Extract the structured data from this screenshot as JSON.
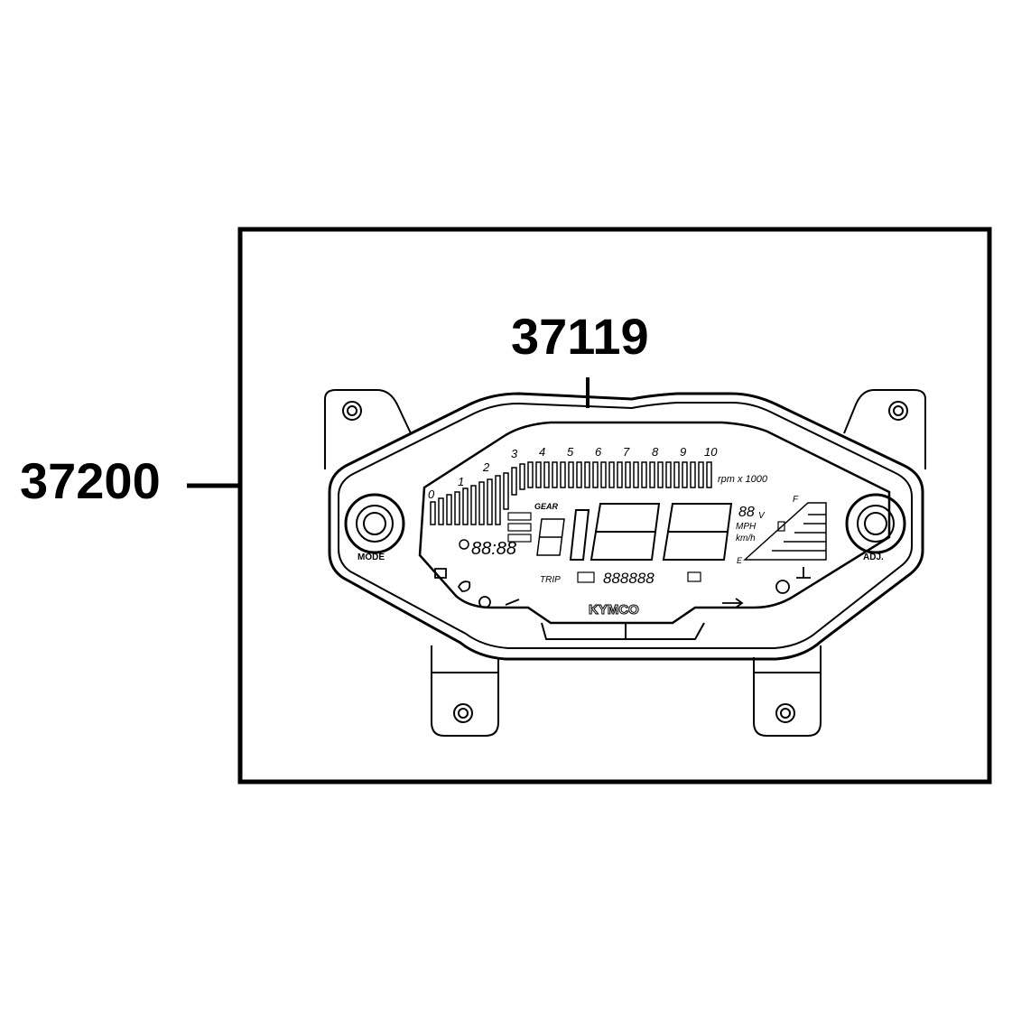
{
  "callouts": {
    "assembly": "37200",
    "lens": "37119"
  },
  "dashboard": {
    "rpm_ticks": [
      "0",
      "1",
      "2",
      "3",
      "4",
      "5",
      "6",
      "7",
      "8",
      "9",
      "10"
    ],
    "rpm_unit": "rpm x 1000",
    "gear_label": "GEAR",
    "clock": "88:88",
    "speed_unit_mph": "MPH",
    "speed_unit_kmh": "km/h",
    "volt_unit": "V",
    "fuel_full": "F",
    "fuel_empty": "E",
    "odo_label": "TRIP",
    "odo_digits": "888888",
    "brand": "KYMCO",
    "left_button": "MODE",
    "right_button": "ADJ."
  },
  "colors": {
    "line": "#000000",
    "background": "#ffffff"
  }
}
